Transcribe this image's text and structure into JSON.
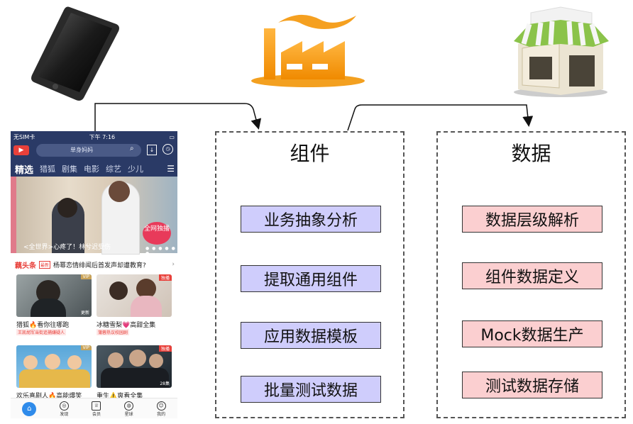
{
  "icons": {
    "phone": "smartphone-icon",
    "factory": "factory-icon",
    "shop": "shop-icon"
  },
  "panels": {
    "components": {
      "title": "组件",
      "items": [
        "业务抽象分析",
        "提取通用组件",
        "应用数据模板",
        "批量测试数据"
      ],
      "color": "#cfcdfc"
    },
    "data": {
      "title": "数据",
      "items": [
        "数据层级解析",
        "组件数据定义",
        "Mock数据生产",
        "测试数据存储"
      ],
      "color": "#fbcfd0"
    }
  },
  "phone_app": {
    "status": {
      "carrier": "无SIM卡",
      "time": "下午 7:16"
    },
    "search_placeholder": "单身妈妈",
    "tabs": [
      "精选",
      "猎狐",
      "剧集",
      "电影",
      "综艺",
      "少儿"
    ],
    "banner": {
      "caption": "<全世界>心疼了！林兮迟受伤",
      "badge": "全网独播"
    },
    "headline": {
      "brand": "藕头条",
      "tag": "最新",
      "text": "杨幂恋情绯闻后首发声却遭教育?"
    },
    "cards": [
      {
        "title": "猎狐🔥看你往哪跑",
        "subtitle": "王凯胡军当街追捕嫌疑人",
        "badge": "VIP",
        "thumb_label": "更新"
      },
      {
        "title": "冰糖雪梨💗高甜全集",
        "subtitle": "蒲蓉热议校园剧",
        "badge": "独播",
        "thumb_label": ""
      },
      {
        "title": "欢乐喜剧人🔥高能爆笑",
        "subtitle": "",
        "badge": "VIP",
        "thumb_label": ""
      },
      {
        "title": "重生⚠️爽看全集",
        "subtitle": "",
        "badge": "独播",
        "thumb_label": "28集"
      }
    ],
    "nav": [
      "首页",
      "发现",
      "会员",
      "星球",
      "我的"
    ]
  }
}
